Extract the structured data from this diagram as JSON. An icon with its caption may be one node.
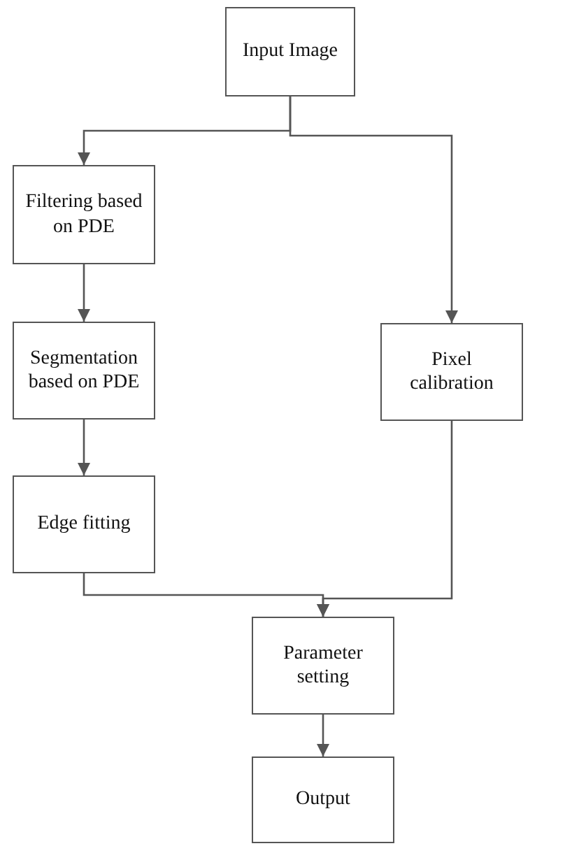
{
  "diagram": {
    "nodes": [
      {
        "text": [
          "Input Image"
        ]
      },
      {
        "text": [
          "Filtering based on PDE"
        ]
      },
      {
        "text": [
          "Segmentation based on PDE"
        ]
      },
      {
        "text": [
          "Edge fitting"
        ]
      },
      {
        "text": [
          "Pixel calibration"
        ]
      },
      {
        "text": [
          "Parameter setting"
        ]
      },
      {
        "text": [
          "Output"
        ]
      }
    ],
    "edges": [
      {
        "from": 0,
        "to": 1,
        "arrow": "to"
      },
      {
        "from": 0,
        "to": 4,
        "arrow": "to"
      },
      {
        "from": 1,
        "to": 2,
        "arrow": "to"
      },
      {
        "from": 2,
        "to": 3,
        "arrow": "to"
      },
      {
        "from": 3,
        "to": 5,
        "arrow": "to"
      },
      {
        "from": 4,
        "to": 5,
        "arrow": "to"
      },
      {
        "from": 5,
        "to": 6,
        "arrow": "to"
      }
    ]
  }
}
